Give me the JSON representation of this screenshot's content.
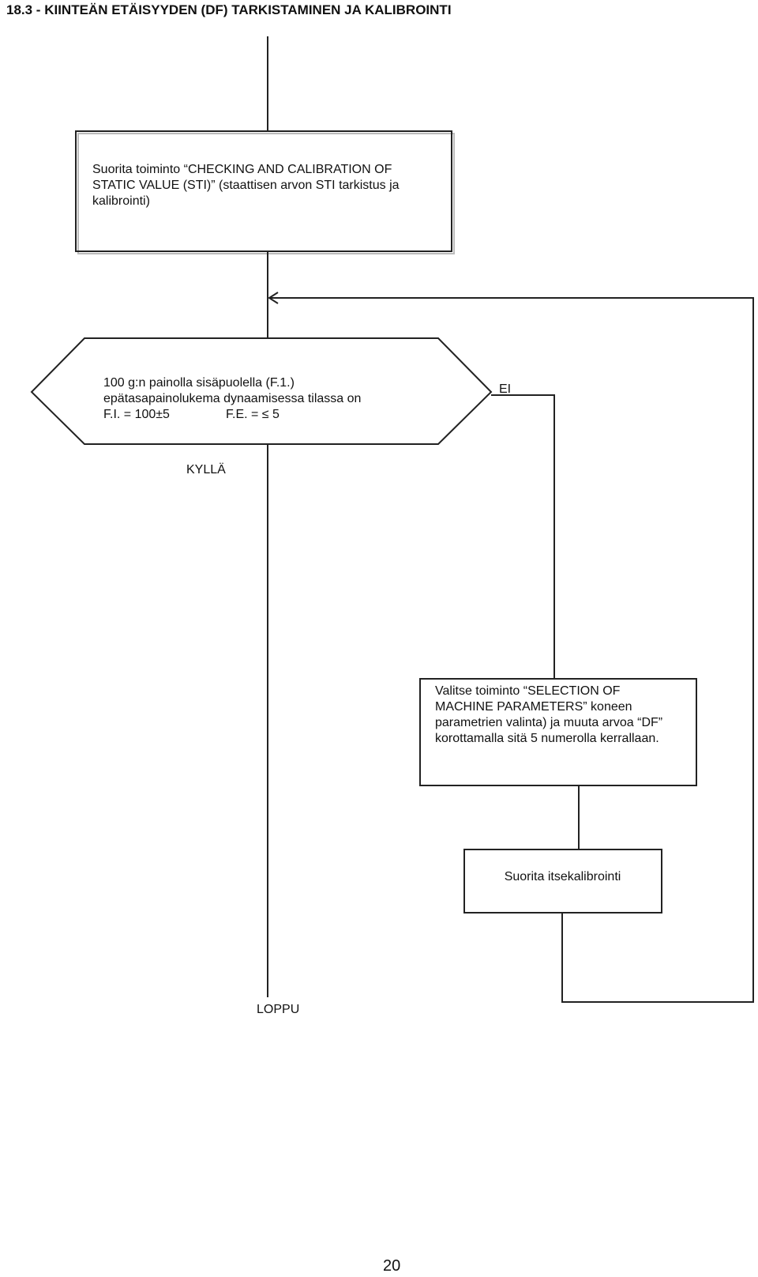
{
  "page": {
    "heading": "18.3 - KIINTEÄN ETÄISYYDEN (DF) TARKISTAMINEN JA KALIBROINTI",
    "page_number": "20"
  },
  "flow": {
    "step1": "Suorita toiminto “CHECKING AND CALIBRATION OF STATIC VALUE (STI)” (staattisen arvon STI tarkistus ja kalibrointi)",
    "decision": {
      "line1": "100 g:n painolla sisäpuolella (F.1.)",
      "line2": "epätasapainolukema dynaamisessa tilassa on",
      "fi": "F.I. = 100±5",
      "fe": "F.E. = ≤ 5"
    },
    "label_no": "EI",
    "label_yes": "KYLLÄ",
    "step2": "Valitse toiminto “SELECTION OF MACHINE PARAMETERS” koneen parametrien valinta) ja muuta arvoa “DF” korottamalla sitä 5 numerolla kerrallaan.",
    "step3": "Suorita itsekalibrointi",
    "end": "LOPPU"
  }
}
